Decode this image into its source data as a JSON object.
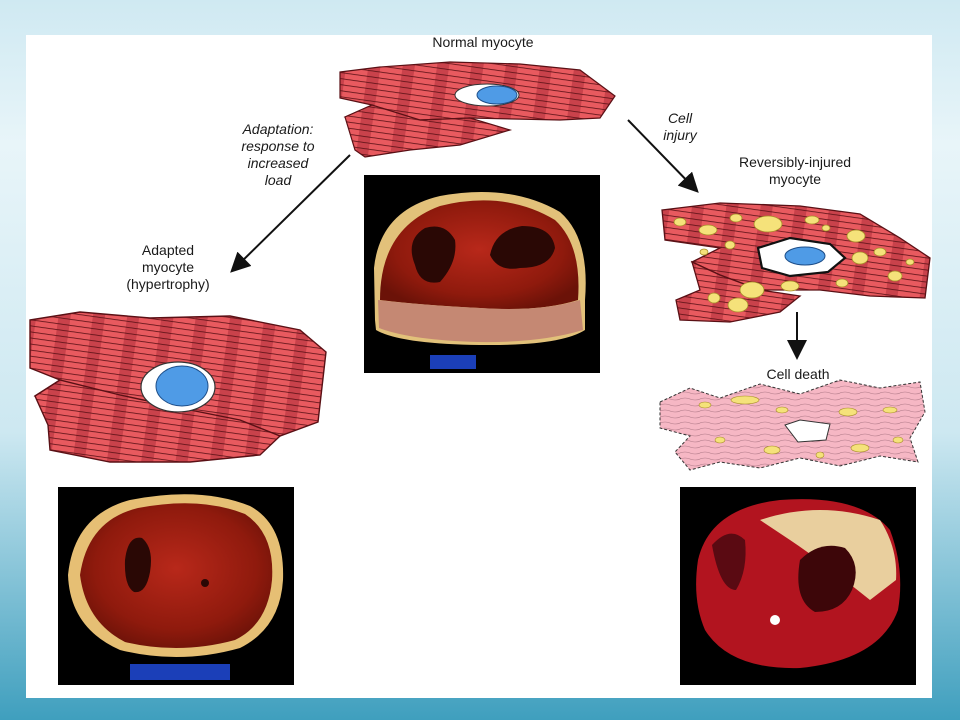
{
  "labels": {
    "normal": "Normal myocyte",
    "adaptation": "Adaptation:\nresponse to\nincreased\nload",
    "adapted": "Adapted\nmyocyte\n(hypertrophy)",
    "cell_injury": "Cell\ninjury",
    "reversibly_injured": "Reversibly-injured\nmyocyte",
    "cell_death": "Cell death"
  },
  "colors": {
    "muscle_red": "#e8555a",
    "muscle_stripe": "#b92d35",
    "nucleus_blue": "#4f9be6",
    "fat_yellow": "#f5e27a",
    "dead_pink": "#f6b7c4",
    "heart_red": "#a61f10",
    "heart_fat": "#e9c57e",
    "ruler_blue": "#1b3fb8"
  },
  "icons": {
    "arrow": "arrow-icon"
  }
}
